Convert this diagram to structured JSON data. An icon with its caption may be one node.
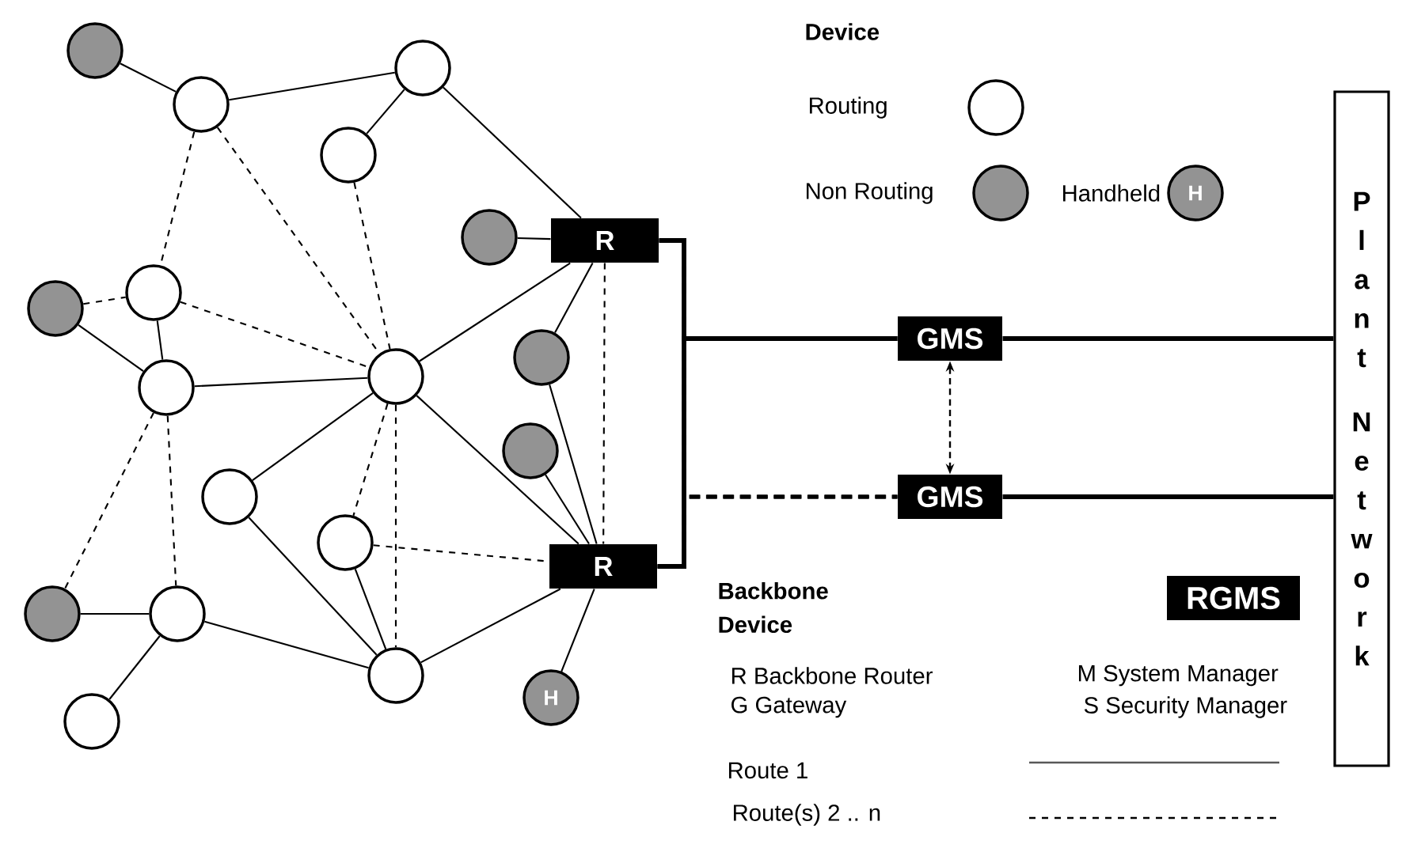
{
  "diagram": {
    "nodes": [
      {
        "text": [],
        "shape": "circle"
      },
      {
        "text": [],
        "shape": "circle"
      },
      {
        "text": [],
        "shape": "circle"
      },
      {
        "text": [],
        "shape": "circle"
      },
      {
        "text": [],
        "shape": "circle"
      },
      {
        "text": [
          "R"
        ]
      },
      {
        "text": [],
        "shape": "circle"
      },
      {
        "text": [],
        "shape": "circle"
      },
      {
        "text": [],
        "shape": "circle"
      },
      {
        "text": [],
        "shape": "circle"
      },
      {
        "text": [],
        "shape": "circle"
      },
      {
        "text": [],
        "shape": "circle"
      },
      {
        "text": [],
        "shape": "circle"
      },
      {
        "text": [],
        "shape": "circle"
      },
      {
        "text": [
          "R"
        ]
      },
      {
        "text": [],
        "shape": "circle"
      },
      {
        "text": [],
        "shape": "circle"
      },
      {
        "text": [],
        "shape": "circle"
      },
      {
        "text": [],
        "shape": "circle"
      },
      {
        "text": [
          "H"
        ]
      },
      {
        "text": [
          "GMS"
        ]
      },
      {
        "text": [
          "GMS"
        ]
      },
      {
        "text": [
          "RGMS"
        ]
      },
      {
        "text": [
          "Plant Network"
        ]
      }
    ],
    "edges": [
      {
        "from": 0,
        "to": 1,
        "arrow": "none"
      },
      {
        "from": 1,
        "to": 2,
        "arrow": "none"
      },
      {
        "from": 2,
        "to": 3,
        "arrow": "none"
      },
      {
        "from": 2,
        "to": 5,
        "arrow": "none"
      },
      {
        "from": 1,
        "to": 7,
        "arrow": "none",
        "style": "dashed"
      },
      {
        "from": 1,
        "to": 9,
        "arrow": "none",
        "style": "dashed"
      },
      {
        "from": 3,
        "to": 9,
        "arrow": "none",
        "style": "dashed"
      },
      {
        "from": 4,
        "to": 5,
        "arrow": "none"
      },
      {
        "from": 6,
        "to": 7,
        "arrow": "none",
        "style": "dashed"
      },
      {
        "from": 6,
        "to": 8,
        "arrow": "none"
      },
      {
        "from": 7,
        "to": 8,
        "arrow": "none"
      },
      {
        "from": 7,
        "to": 9,
        "arrow": "none",
        "style": "dashed"
      },
      {
        "from": 8,
        "to": 9,
        "arrow": "none"
      },
      {
        "from": 9,
        "to": 5,
        "arrow": "none"
      },
      {
        "from": 10,
        "to": 5,
        "arrow": "none"
      },
      {
        "from": 5,
        "to": 14,
        "arrow": "none",
        "style": "dashed"
      },
      {
        "from": 10,
        "to": 14,
        "arrow": "none"
      },
      {
        "from": 11,
        "to": 14,
        "arrow": "none"
      },
      {
        "from": 9,
        "to": 14,
        "arrow": "none"
      },
      {
        "from": 9,
        "to": 12,
        "arrow": "none"
      },
      {
        "from": 9,
        "to": 13,
        "arrow": "none",
        "style": "dashed"
      },
      {
        "from": 9,
        "to": 18,
        "arrow": "none",
        "style": "dashed"
      },
      {
        "from": 8,
        "to": 15,
        "arrow": "none",
        "style": "dashed"
      },
      {
        "from": 8,
        "to": 16,
        "arrow": "none",
        "style": "dashed"
      },
      {
        "from": 12,
        "to": 18,
        "arrow": "none"
      },
      {
        "from": 13,
        "to": 18,
        "arrow": "none"
      },
      {
        "from": 13,
        "to": 14,
        "arrow": "none",
        "style": "dashed"
      },
      {
        "from": 15,
        "to": 16,
        "arrow": "none"
      },
      {
        "from": 16,
        "to": 17,
        "arrow": "none"
      },
      {
        "from": 16,
        "to": 18,
        "arrow": "none"
      },
      {
        "from": 18,
        "to": 14,
        "arrow": "none"
      },
      {
        "from": 19,
        "to": 14,
        "arrow": "none"
      },
      {
        "from": 5,
        "to": 20,
        "arrow": "none",
        "style": "thick"
      },
      {
        "from": 14,
        "to": 20,
        "arrow": "none",
        "style": "thick"
      },
      {
        "from": 5,
        "to": 21,
        "arrow": "none",
        "style": "dashed"
      },
      {
        "from": 14,
        "to": 21,
        "arrow": "none",
        "style": "dashed"
      },
      {
        "from": 20,
        "to": 21,
        "arrow": "both",
        "style": "dashed"
      },
      {
        "from": 20,
        "to": 23,
        "arrow": "none",
        "style": "thick"
      },
      {
        "from": 21,
        "to": 23,
        "arrow": "none",
        "style": "thick"
      }
    ],
    "labels": [
      "Device",
      "H",
      "Backbone Device",
      "R Backbone Router",
      "M System Manager",
      "G Gateway",
      "S Security Manager"
    ],
    "legend": [
      {
        "text": "Routing"
      },
      {
        "text": "Non Routing"
      },
      {
        "text": "Handheld"
      },
      {
        "text": "Route 1"
      },
      {
        "text": "Route(s) 2 .. n"
      }
    ]
  }
}
